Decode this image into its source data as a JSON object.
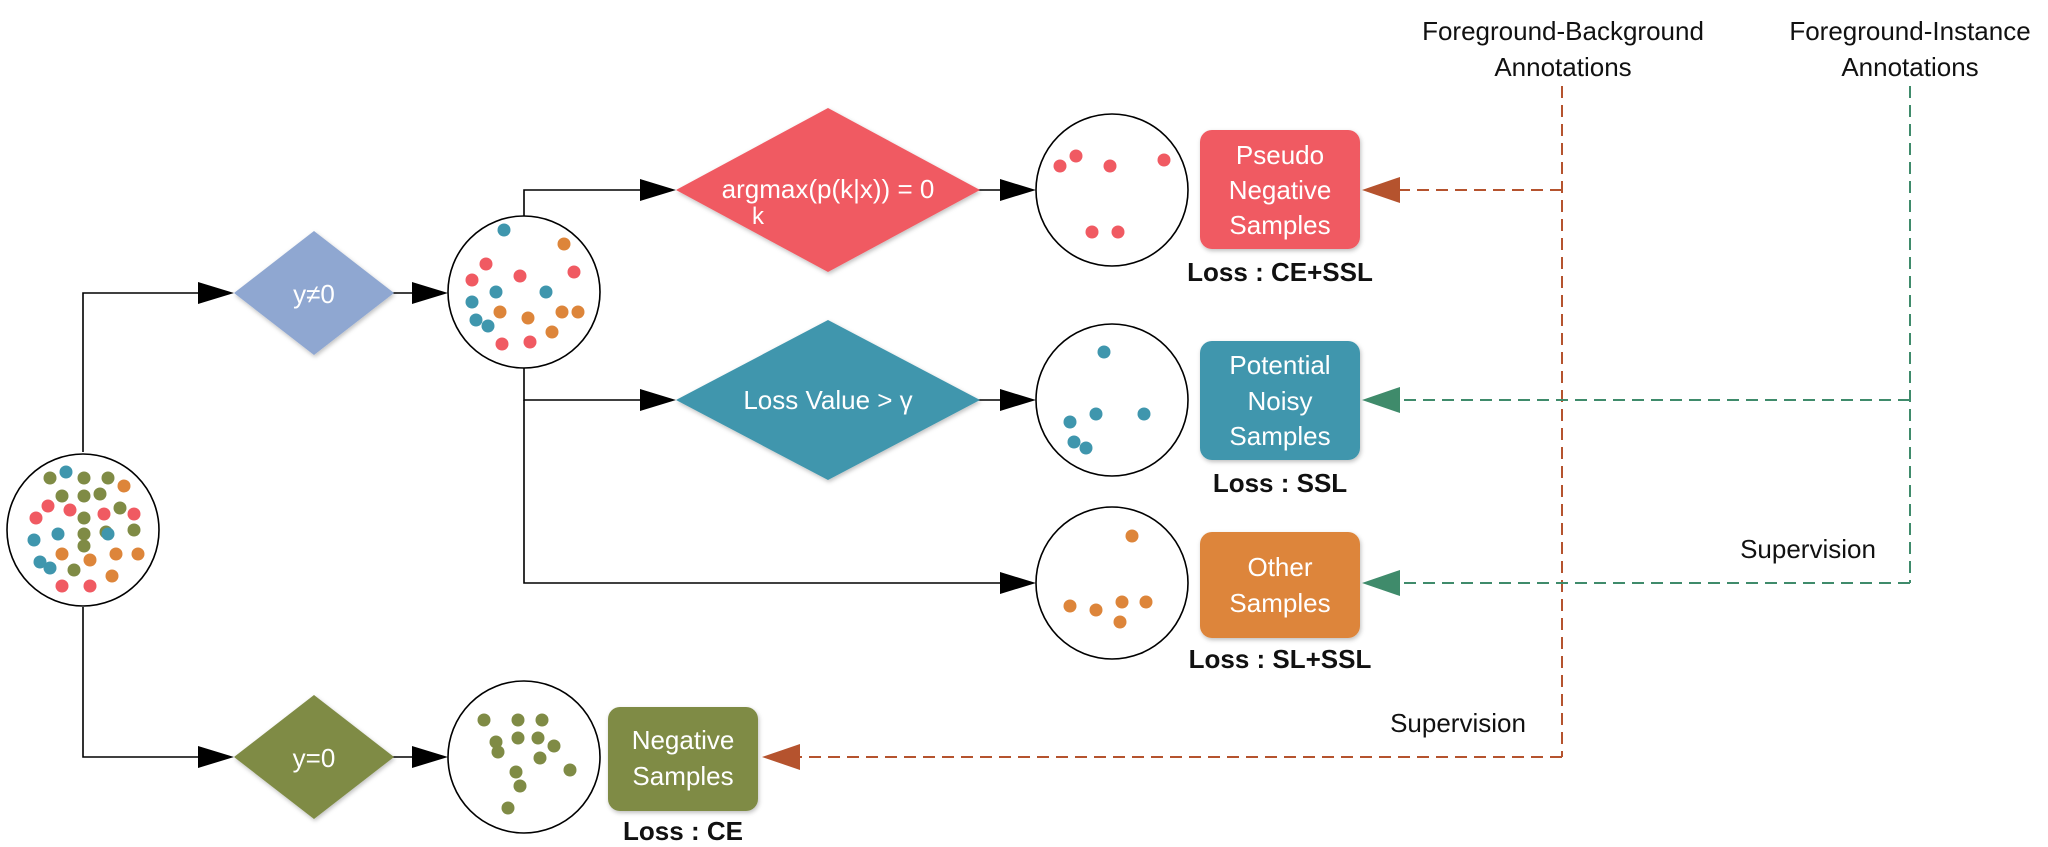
{
  "annotation_sources": {
    "fg_bg": {
      "line1": "Foreground-Background",
      "line2": "Annotations"
    },
    "fg_inst": {
      "line1": "Foreground-Instance",
      "line2": "Annotations"
    }
  },
  "supervision_labels": {
    "right": "Supervision",
    "bottom": "Supervision"
  },
  "decisions": {
    "y_nonzero": "y≠0",
    "y_zero": "y=0",
    "argmax": {
      "main": "argmax(p(k|x)) = 0",
      "sub": "k"
    },
    "loss_threshold": "Loss Value > γ"
  },
  "sample_boxes": {
    "pseudo_negative": {
      "lines": [
        "Pseudo",
        "Negative",
        "Samples"
      ],
      "loss": "Loss : CE+SSL"
    },
    "potential_noisy": {
      "lines": [
        "Potential",
        "Noisy",
        "Samples"
      ],
      "loss": "Loss : SSL"
    },
    "other": {
      "lines": [
        "Other",
        "Samples"
      ],
      "loss": "Loss : SL+SSL"
    },
    "negative": {
      "lines": [
        "Negative",
        "Samples"
      ],
      "loss": "Loss : CE"
    }
  },
  "colors": {
    "red": "#f05a62",
    "teal": "#3f96ad",
    "orange": "#dd853a",
    "olive": "#7f8b45",
    "lavender": "#8fa7d1",
    "fg_bg_line": "#b5532e",
    "fg_inst_line": "#3f8b6b"
  }
}
